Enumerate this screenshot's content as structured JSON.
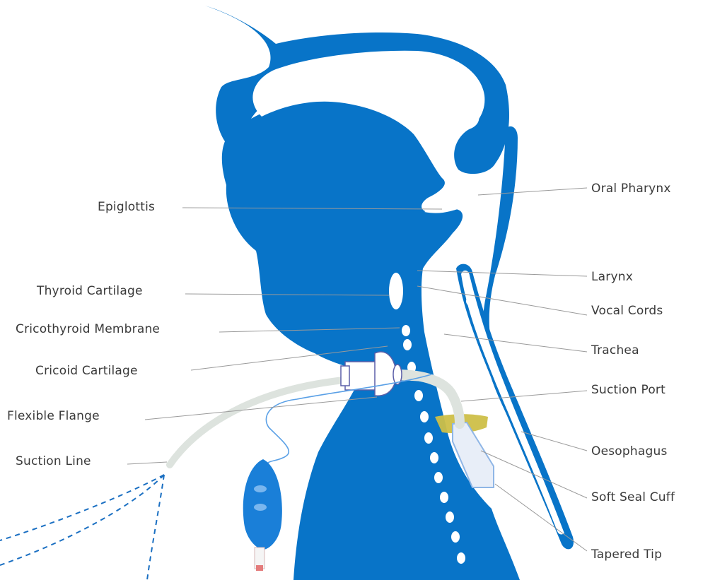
{
  "labels": {
    "epiglottis": "Epiglottis",
    "thyroid_cartilage": "Thyroid Cartilage",
    "cricothyroid_membrane": "Cricothyroid Membrane",
    "cricoid_cartilage": "Cricoid Cartilage",
    "flexible_flange": "Flexible Flange",
    "suction_line": "Suction Line",
    "oral_pharynx": "Oral Pharynx",
    "larynx": "Larynx",
    "vocal_cords": "Vocal Cords",
    "trachea": "Trachea",
    "suction_port": "Suction Port",
    "oesophagus": "Oesophagus",
    "soft_seal_cuff": "Soft Seal Cuff",
    "tapered_tip": "Tapered Tip"
  },
  "colors": {
    "anatomy": "#0874c8",
    "tube": "#dde3de",
    "cuff": "#cdbf48",
    "pilot_line": "#5aa0e6",
    "connector": "#5b5fa8",
    "leader_line": "#9a9a9a",
    "label_text": "#3a3a3a"
  }
}
